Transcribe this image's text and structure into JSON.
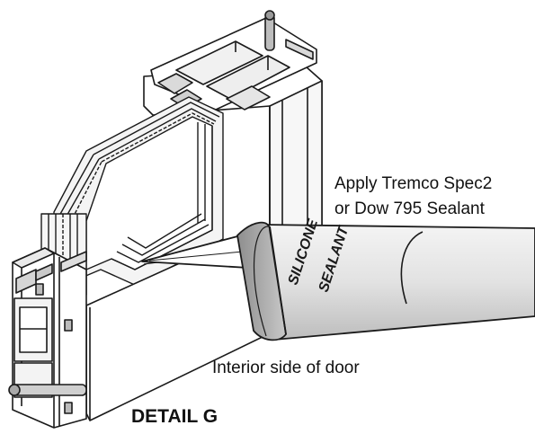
{
  "figure": {
    "note_line1": "Apply Tremco Spec2",
    "note_line2": "or Dow 795 Sealant",
    "interior_label": "Interior side of door",
    "detail_title": "DETAIL G",
    "tube_text_1": "SILICONE",
    "tube_text_2": "SEALANT"
  },
  "colors": {
    "stroke": "#1a1a1a",
    "frame_face": "#ffffff",
    "frame_shade": "#cfcfcf",
    "tube_body": "#e4e4e4",
    "tube_cap": "#a8a8a8",
    "glass": "#f2f2f2"
  }
}
